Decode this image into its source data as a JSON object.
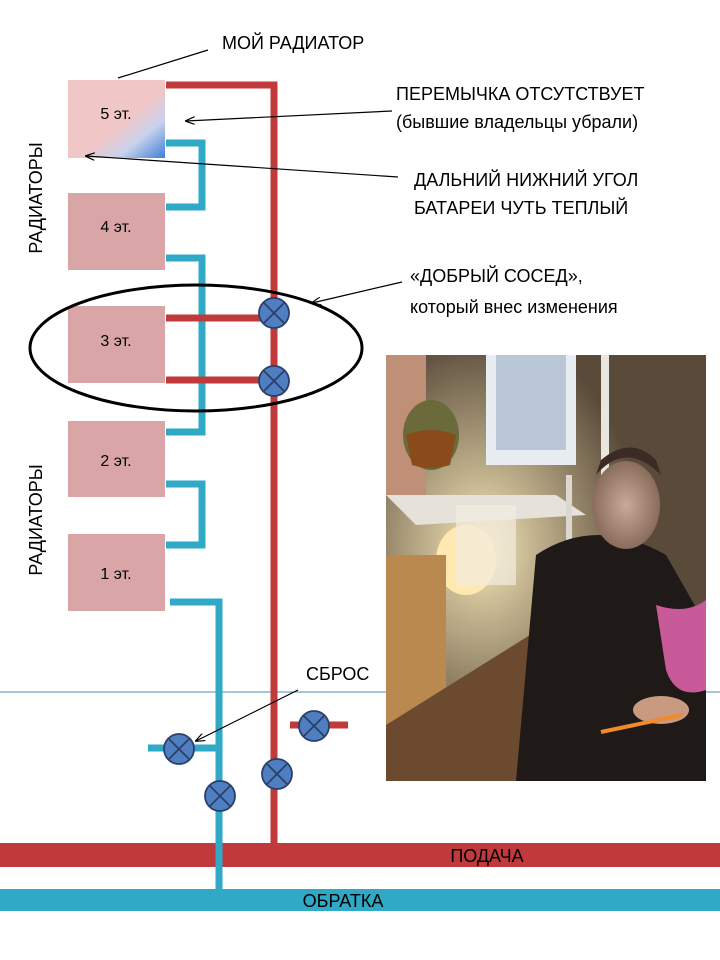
{
  "radiators": [
    {
      "label": "5 эт."
    },
    {
      "label": "4 эт."
    },
    {
      "label": "3 эт."
    },
    {
      "label": "2 эт."
    },
    {
      "label": "1 эт."
    }
  ],
  "side_labels": {
    "top": "РАДИАТОРЫ",
    "bottom": "РАДИАТОРЫ"
  },
  "annotations": {
    "my_radiator": "МОЙ РАДИАТОР",
    "jumper_line1": "ПЕРЕМЫЧКА ОТСУТСТВУЕТ",
    "jumper_line2": "(бывшие владельцы убрали)",
    "corner_line1": "ДАЛЬНИЙ НИЖНИЙ УГОЛ",
    "corner_line2": "БАТАРЕИ ЧУТЬ ТЕПЛЫЙ",
    "neighbor_line1": "«ДОБРЫЙ СОСЕД»,",
    "neighbor_line2": "который внес изменения",
    "drain": "СБРОС"
  },
  "pipes": {
    "supply": "ПОДАЧА",
    "return": "ОБРАТКА"
  },
  "colors": {
    "supply": "#c0393b",
    "return": "#2fa9c6",
    "radiator": "#d9a5a6",
    "radiator_top": "#f1c6c6",
    "valve": "#4f7fc0",
    "radiator_gradient_blue": "#3f7fd8"
  }
}
